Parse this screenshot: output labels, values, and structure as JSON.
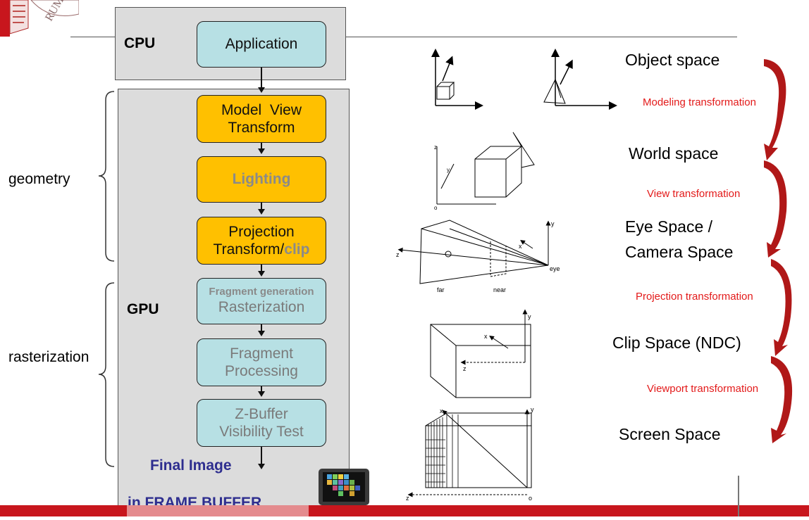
{
  "cpu_label": "CPU",
  "gpu_label": "GPU",
  "pipeline": {
    "application": "Application",
    "modelview_line1": "Model  View",
    "modelview_line2": "Transform",
    "lighting": "Lighting",
    "projection_line1": "Projection",
    "projection_line2a": "Transform/",
    "projection_line2b": "clip",
    "fraggen_small": "Fragment generation",
    "rasterization": "Rasterization",
    "fragproc_line1": "Fragment",
    "fragproc_line2": "Processing",
    "zbuffer_line1": "Z-Buffer",
    "zbuffer_line2": "Visibility Test"
  },
  "final_image_line1": "Final Image",
  "final_image_line2": "in FRAME BUFFER",
  "side_labels": {
    "geometry": "geometry",
    "rasterization": "rasterization"
  },
  "spaces": [
    "Object space",
    "World space",
    "Eye Space /",
    "Camera Space",
    "Clip Space (NDC)",
    "Screen Space"
  ],
  "transforms": [
    "Modeling transformation",
    "View transformation",
    "Projection transformation",
    "Viewport transformation"
  ],
  "sketch_labels": {
    "far": "far",
    "near": "near",
    "eye": "eye",
    "y": "y",
    "z": "z",
    "x": "x",
    "o": "o"
  },
  "colors": {
    "accent_red": "#c8161d",
    "yellow": "#ffc000",
    "cyan": "#b7e0e4",
    "final_text": "#2e2e8f",
    "transform_red": "#e31a1a"
  }
}
